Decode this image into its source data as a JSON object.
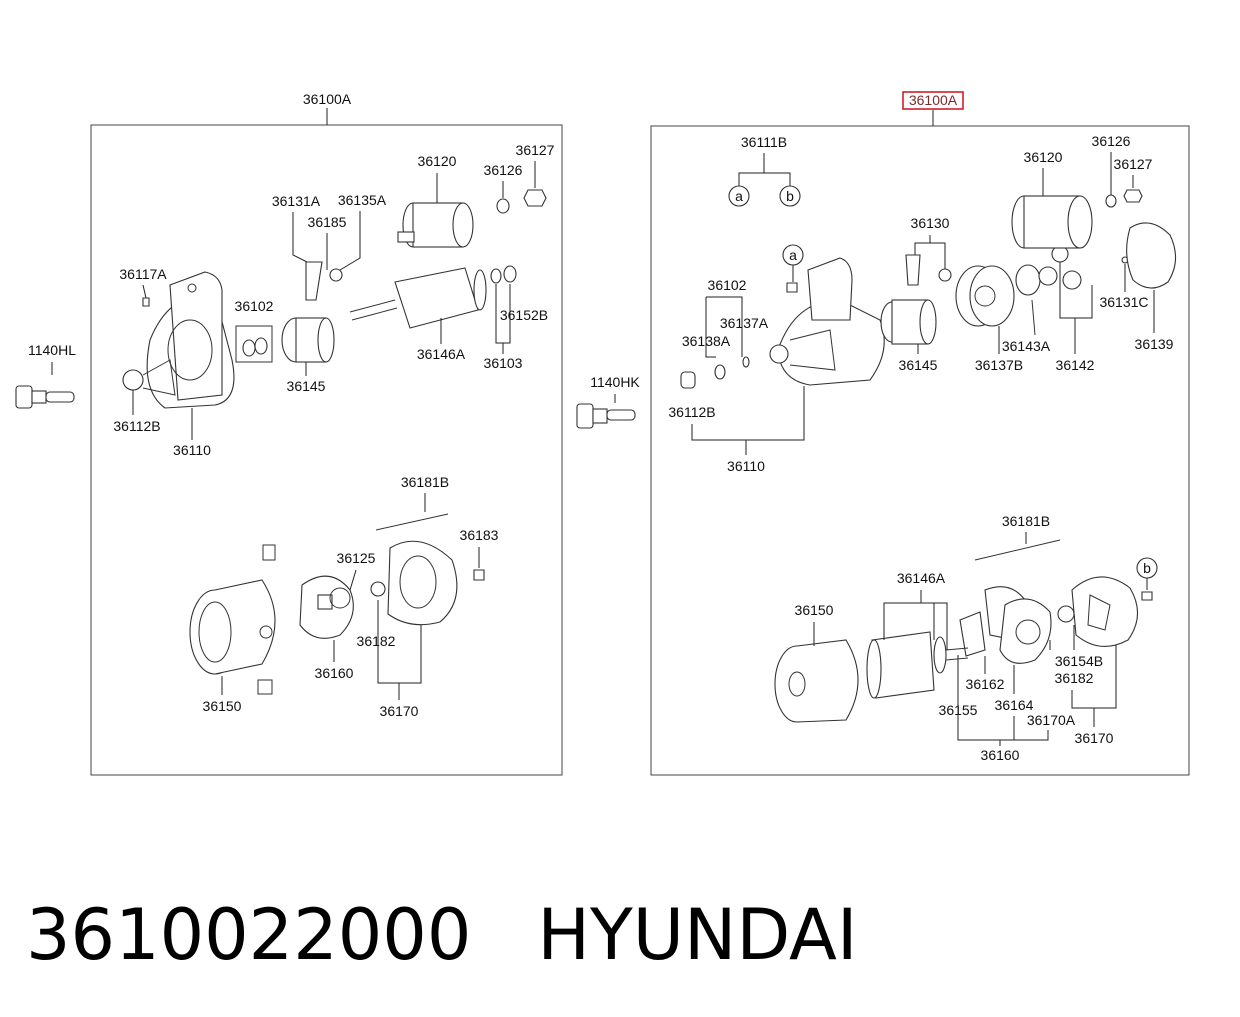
{
  "caption": {
    "part_number": "3610022000",
    "brand": "HYUNDAI"
  },
  "colors": {
    "highlight": "#d01e28",
    "line": "#222222"
  },
  "left_panel": {
    "assembly": "36100A",
    "bolt": "1140HL",
    "labels": {
      "solenoid": "36120",
      "nut_washer": "36126",
      "nut": "36127",
      "lever": "36131A",
      "lever_pin": "36185",
      "plate": "36135A",
      "screw": "36117A",
      "holder": "36102",
      "pinion": "36145",
      "armature": "36146A",
      "washer_a": "36152B",
      "washer_set": "36103",
      "bushing": "36112B",
      "housing": "36110",
      "through_bolt": "36181B",
      "bolt2": "36183",
      "brush_spring": "36125",
      "ball": "36182",
      "brush_holder": "36160",
      "yoke": "36150",
      "end_frame": "36170"
    }
  },
  "right_panel": {
    "assembly": "36100A",
    "bolt": "1140HK",
    "labels": {
      "screw_set": "36111B",
      "marker_a": "a",
      "marker_b": "b",
      "solenoid": "36120",
      "nut_washer": "36126",
      "nut": "36127",
      "lever_set": "36130",
      "holder": "36102",
      "cap": "36137A",
      "ring": "36138A",
      "bushing": "36112B",
      "housing": "36110",
      "pinion": "36145",
      "gear": "36137B",
      "shaft": "36143A",
      "planet_gears": "36142",
      "clip": "36131C",
      "cover": "36139",
      "through_bolt": "36181B",
      "armature": "36146A",
      "yoke": "36150",
      "brush_a": "36162",
      "brush_b": "36155",
      "spring": "36164",
      "plate": "36170A",
      "brush_holder": "36160",
      "cap2": "36154B",
      "ball": "36182",
      "end_frame": "36170"
    }
  }
}
